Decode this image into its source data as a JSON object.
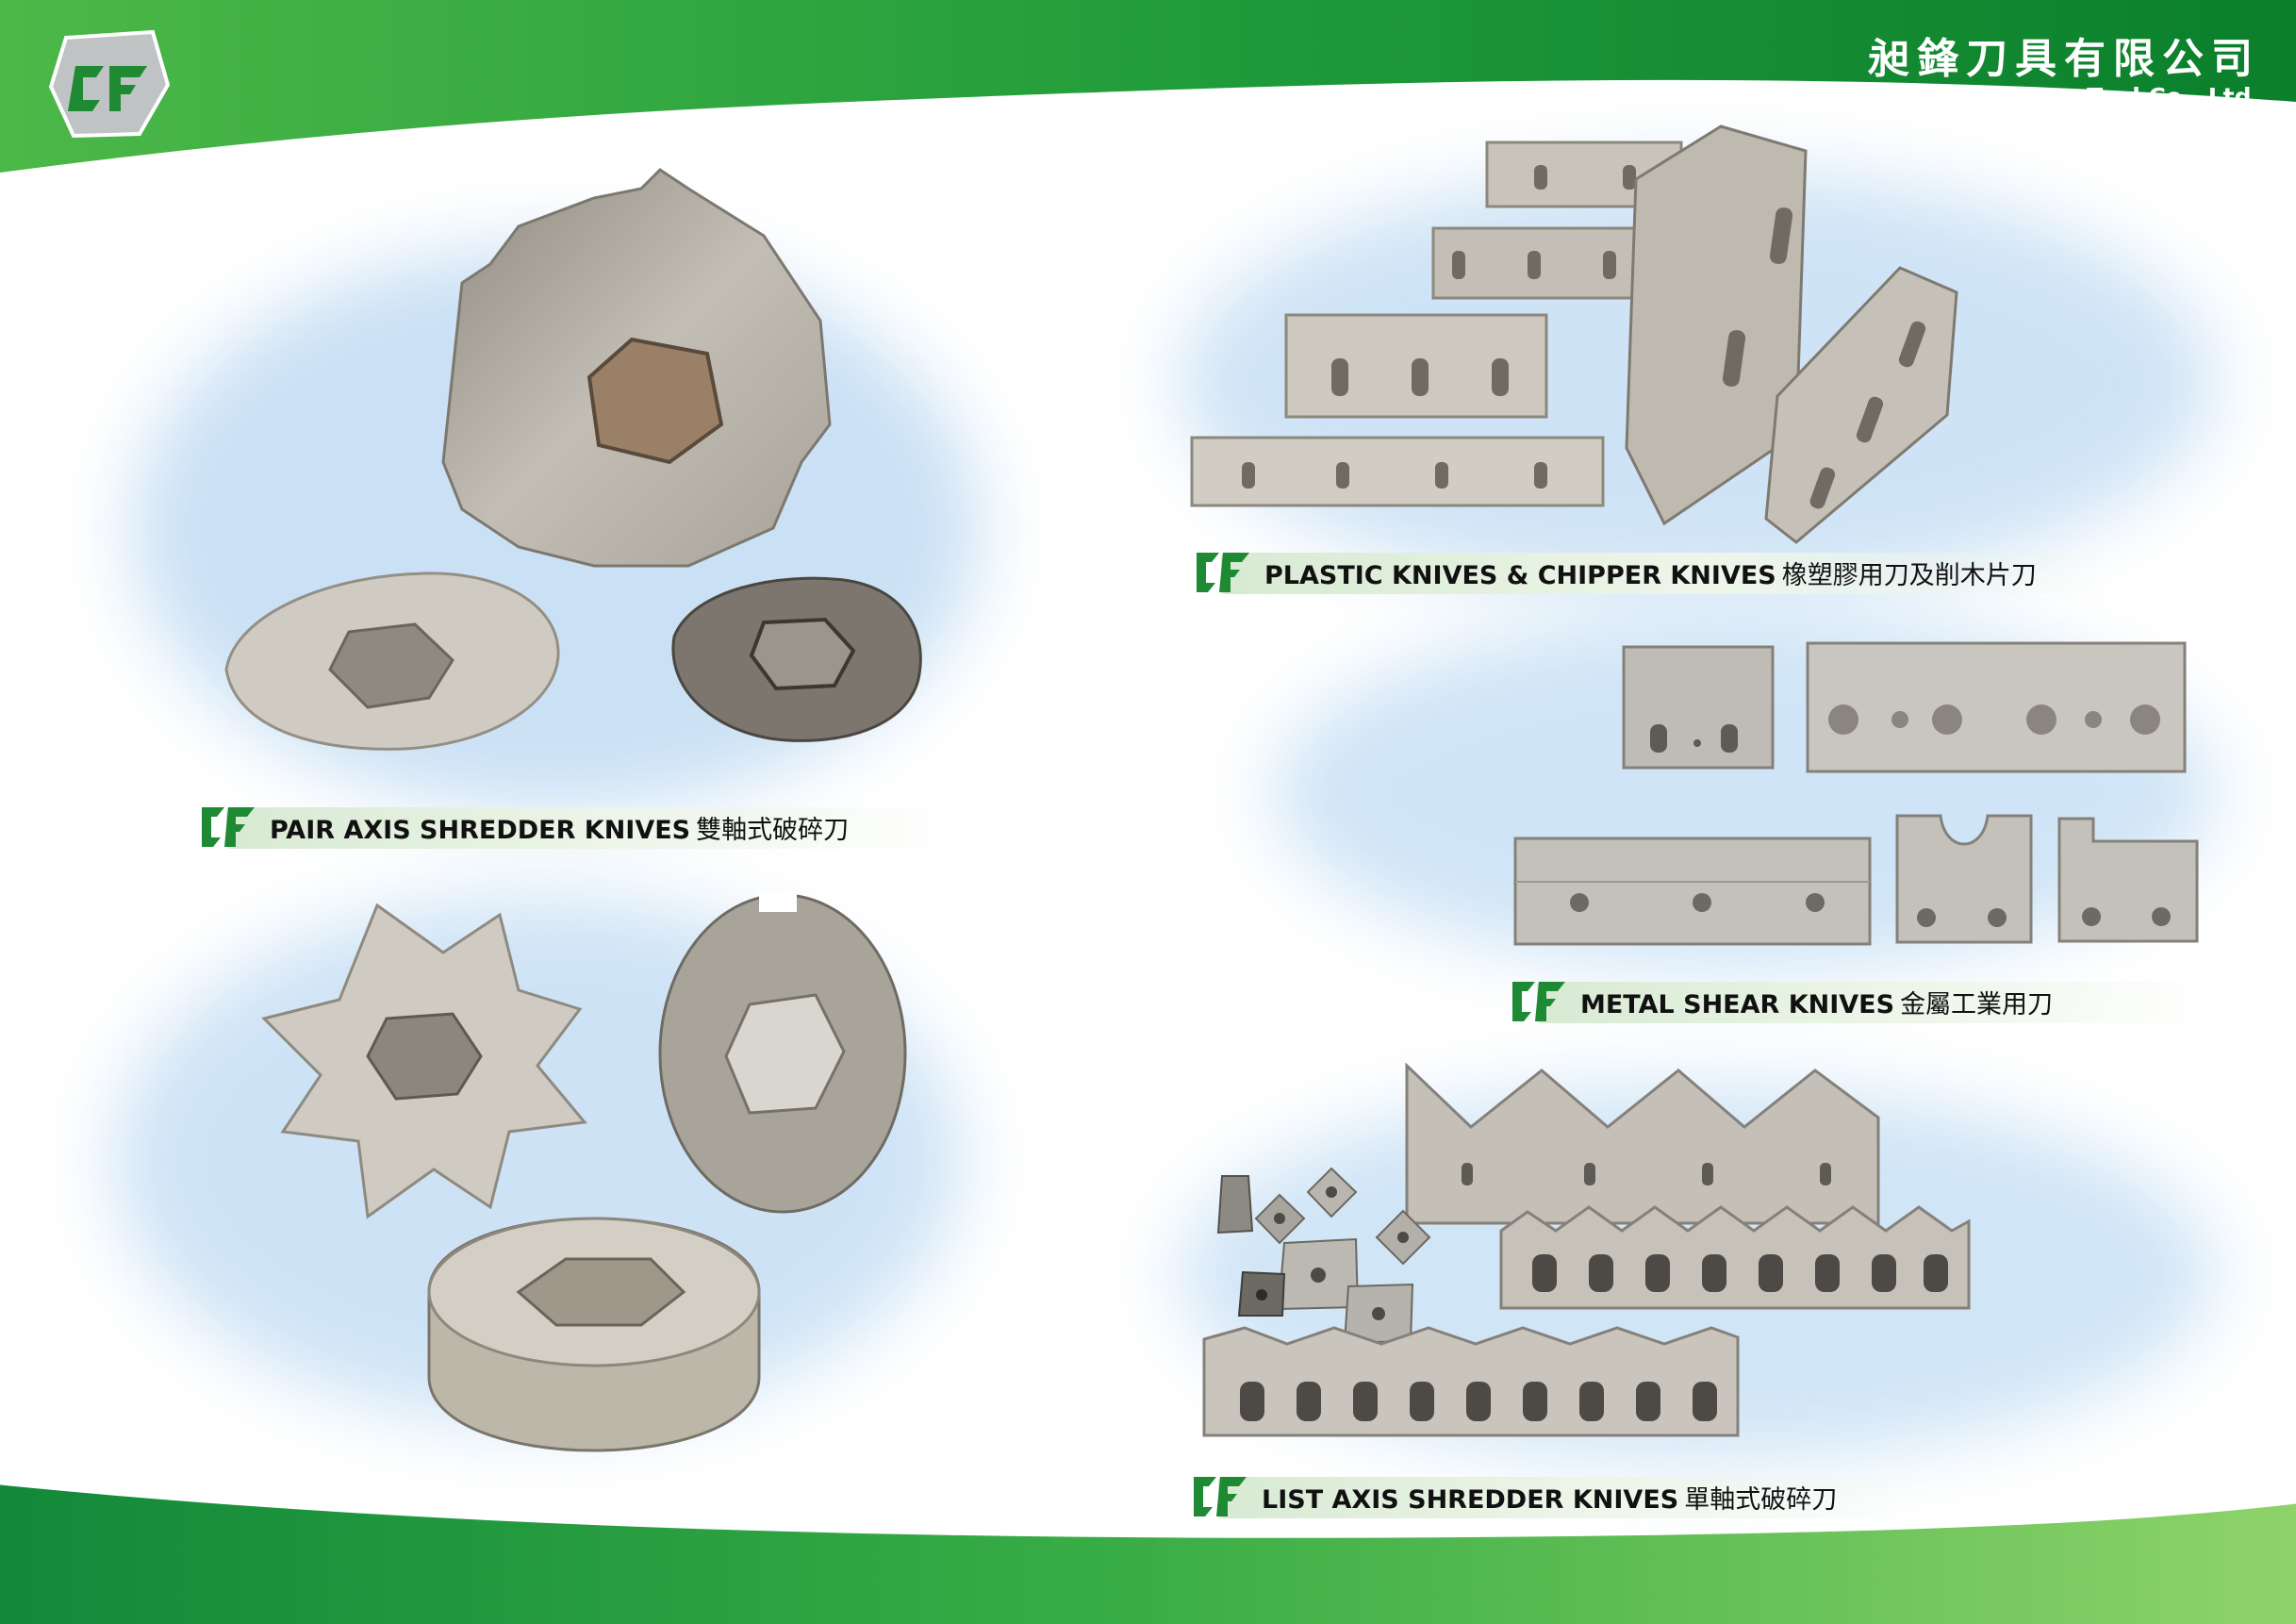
{
  "header": {
    "company_cn": "昶鋒刀具有限公司",
    "company_en": "Chang Feng Tool Co., Ltd.",
    "logo_text": "CF"
  },
  "captions": [
    {
      "en": "PAIR AXIS SHREDDER KNIVES",
      "zh": "雙軸式破碎刀"
    },
    {
      "en": "PLASTIC KNIVES & CHIPPER KNIVES",
      "zh": "橡塑膠用刀及削木片刀"
    },
    {
      "en": "METAL SHEAR KNIVES",
      "zh": "金屬工業用刀"
    },
    {
      "en": "LIST AXIS SHREDDER KNIVES",
      "zh": "單軸式破碎刀"
    }
  ],
  "colors": {
    "brand_green": "#2f9e2f",
    "dark_green": "#0e7a2a",
    "steel": "#b9b6ad"
  }
}
